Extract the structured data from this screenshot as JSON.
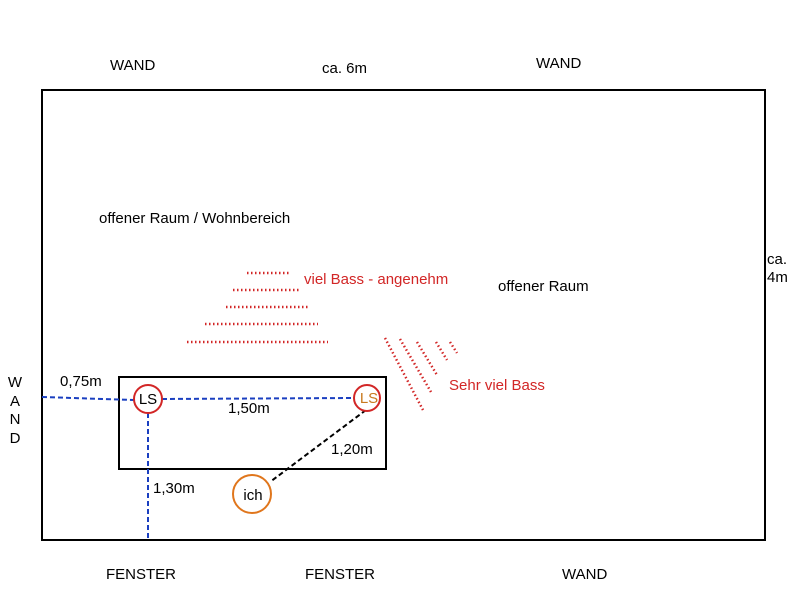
{
  "walls": {
    "top_left": "WAND",
    "top_right": "WAND",
    "bottom_right": "WAND",
    "left": [
      "W",
      "A",
      "N",
      "D"
    ]
  },
  "windows": {
    "bottom_left": "FENSTER",
    "bottom_center": "FENSTER"
  },
  "dimensions": {
    "width": "ca. 6m",
    "depth_line1": "ca.",
    "depth_line2": "4m",
    "wall_to_speaker": "0,75m",
    "speaker_distance": "1,50m",
    "listener_distance": "1,20m",
    "window_to_speaker": "1,30m"
  },
  "areas": {
    "living": "offener Raum / Wohnbereich",
    "open": "offener Raum"
  },
  "bass": {
    "pleasant": "viel Bass - angenehm",
    "strong": "Sehr viel Bass"
  },
  "speakers": {
    "left": "LS",
    "right": "LS"
  },
  "listener": "ich",
  "colors": {
    "outline": "#000000",
    "speaker": "#d22626",
    "speaker_right_text": "#c8781e",
    "listener": "#e0761c",
    "blue_line": "#1a3fc0",
    "bass": "#d22626"
  }
}
